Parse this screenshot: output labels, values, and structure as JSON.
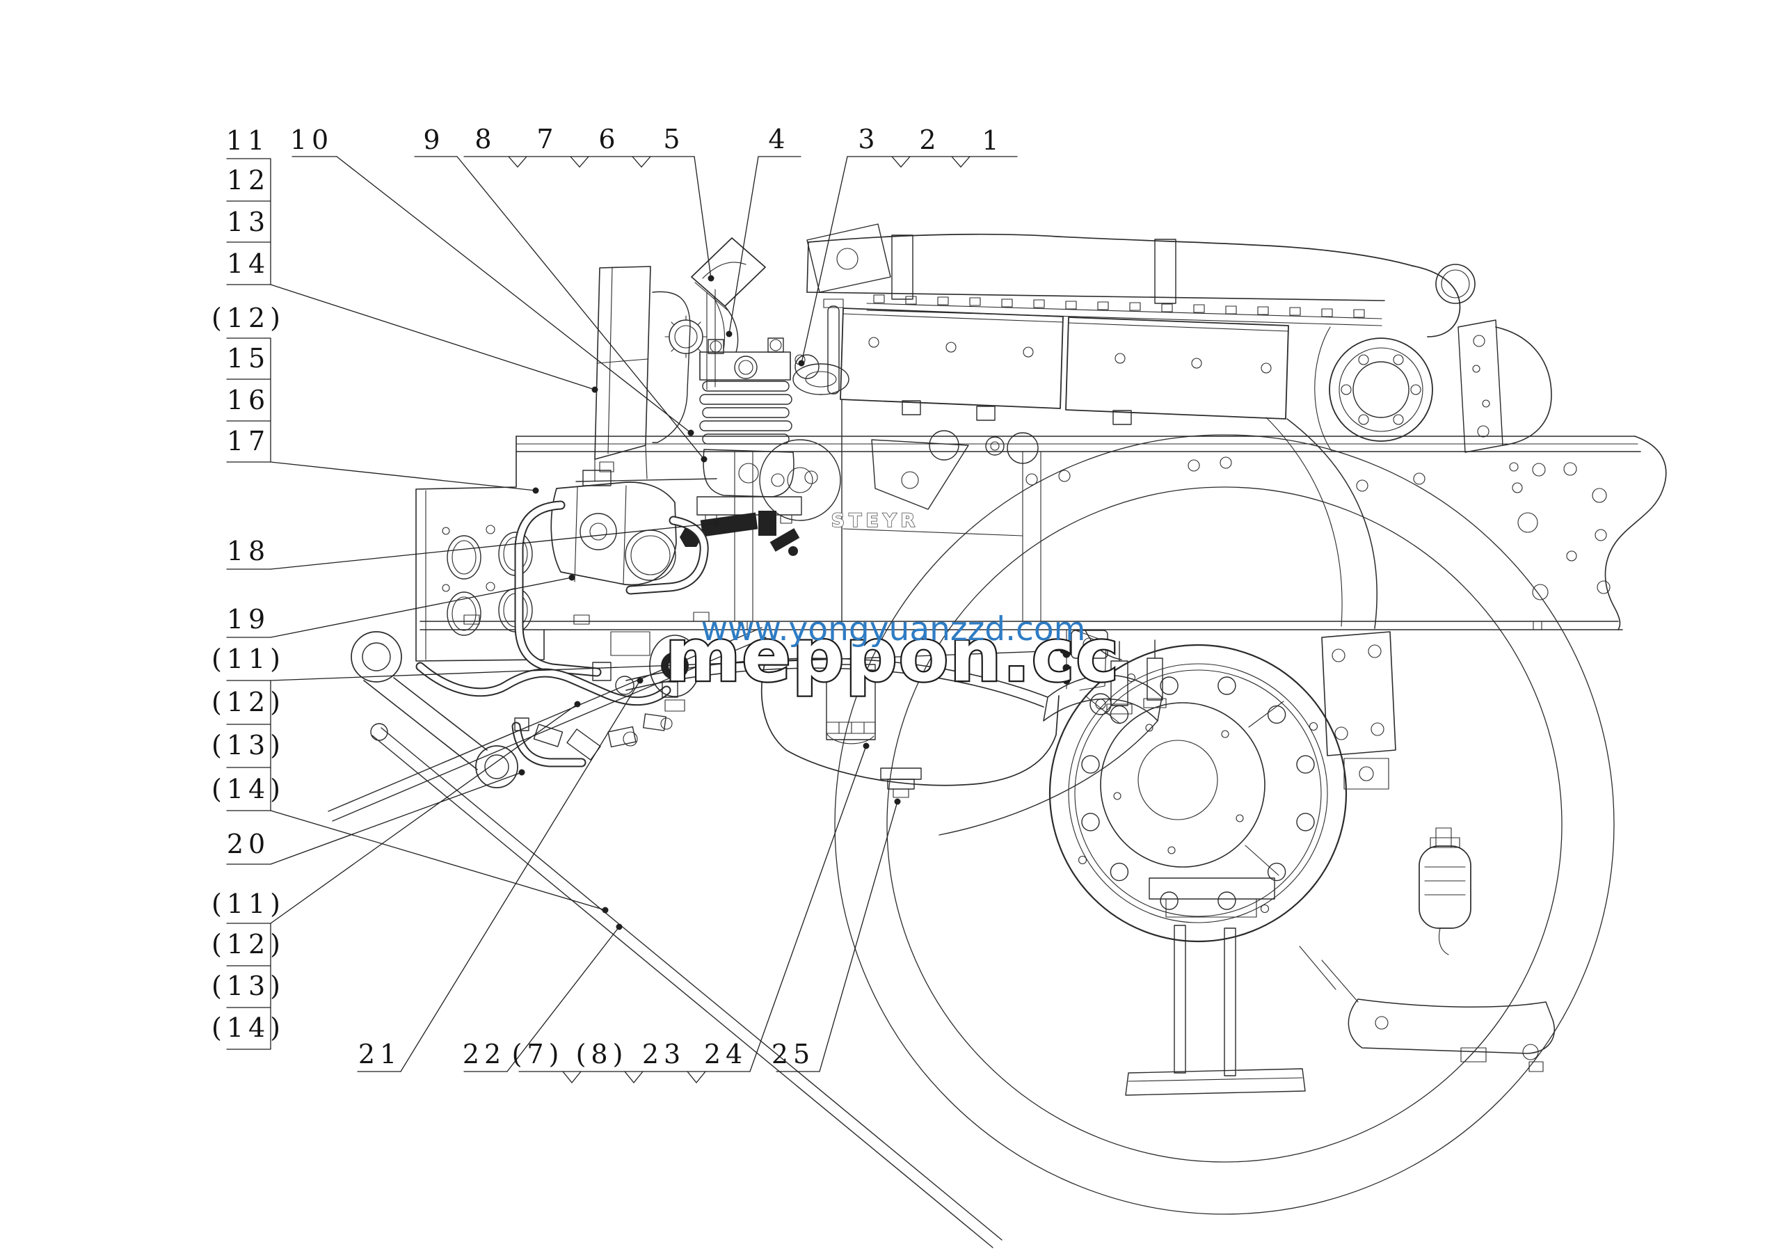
{
  "figure": {
    "part_marking": "STEYR"
  },
  "watermarks": {
    "url": "www.yongyuanzzd.com",
    "site": "meppon.cc",
    "url_color": "#2e7cc4"
  },
  "callouts": {
    "top": [
      "11",
      "10",
      "9",
      "8",
      "7",
      "6",
      "5",
      "4",
      "3",
      "2",
      "1"
    ],
    "left": [
      "12",
      "13",
      "14",
      "(12)",
      "15",
      "16",
      "17",
      "18",
      "19",
      "(11)",
      "(12)",
      "(13)",
      "(14)",
      "20",
      "(11)",
      "(12)",
      "(13)",
      "(14)"
    ],
    "bottom": [
      "21",
      "22",
      "(7)",
      "(8)",
      "23",
      "24",
      "25"
    ]
  }
}
